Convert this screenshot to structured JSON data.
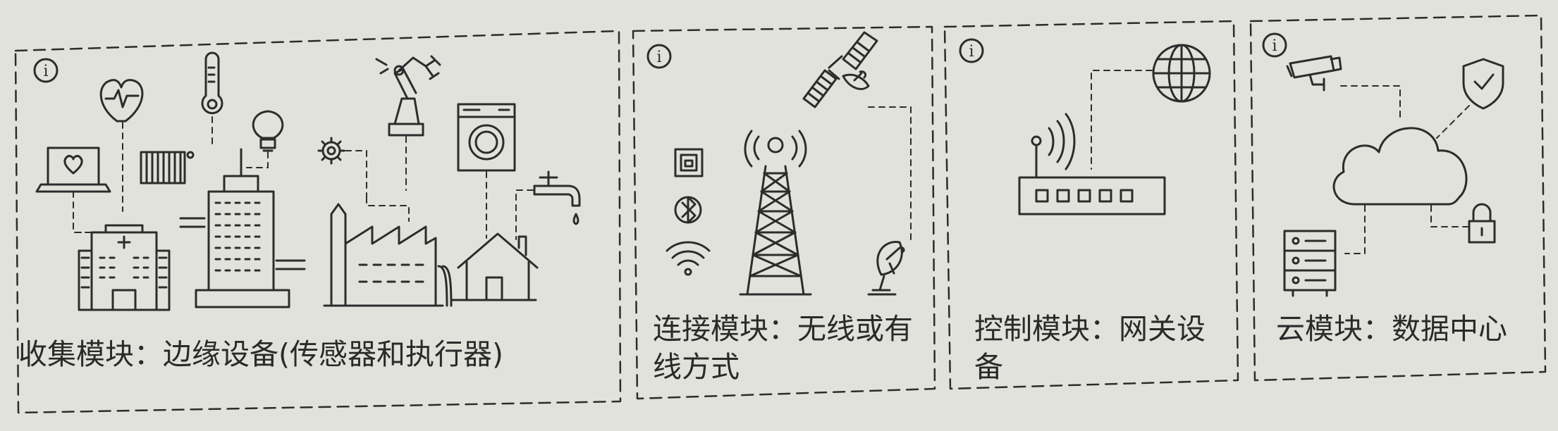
{
  "modules": [
    {
      "id": "collection",
      "info_glyph": "i",
      "caption": "收集模块：边缘设备(传感器和执行器)"
    },
    {
      "id": "connection",
      "info_glyph": "i",
      "caption": "连接模块：无线或有线方式"
    },
    {
      "id": "control",
      "info_glyph": "i",
      "caption": "控制模块：网关设备"
    },
    {
      "id": "cloud",
      "info_glyph": "i",
      "caption": "云模块：数据中心"
    }
  ],
  "colors": {
    "line": "#2c2c2c",
    "paper": "#e2e2dc"
  }
}
